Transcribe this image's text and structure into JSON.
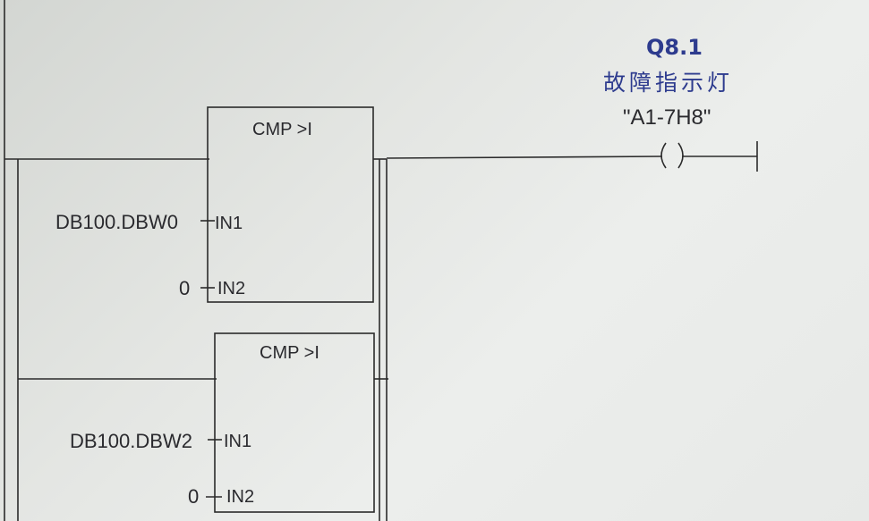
{
  "network": {
    "coil": {
      "address": "Q8.1",
      "comment": "故障指示灯",
      "symbol": "\"A1-7H8\""
    },
    "blocks": [
      {
        "title": "CMP >I",
        "in1_label": "IN1",
        "in2_label": "IN2",
        "in1_operand": "DB100.DBW0",
        "in2_operand": "0"
      },
      {
        "title": "CMP >I",
        "in1_label": "IN1",
        "in2_label": "IN2",
        "in1_operand": "DB100.DBW2",
        "in2_operand": "0"
      }
    ]
  }
}
